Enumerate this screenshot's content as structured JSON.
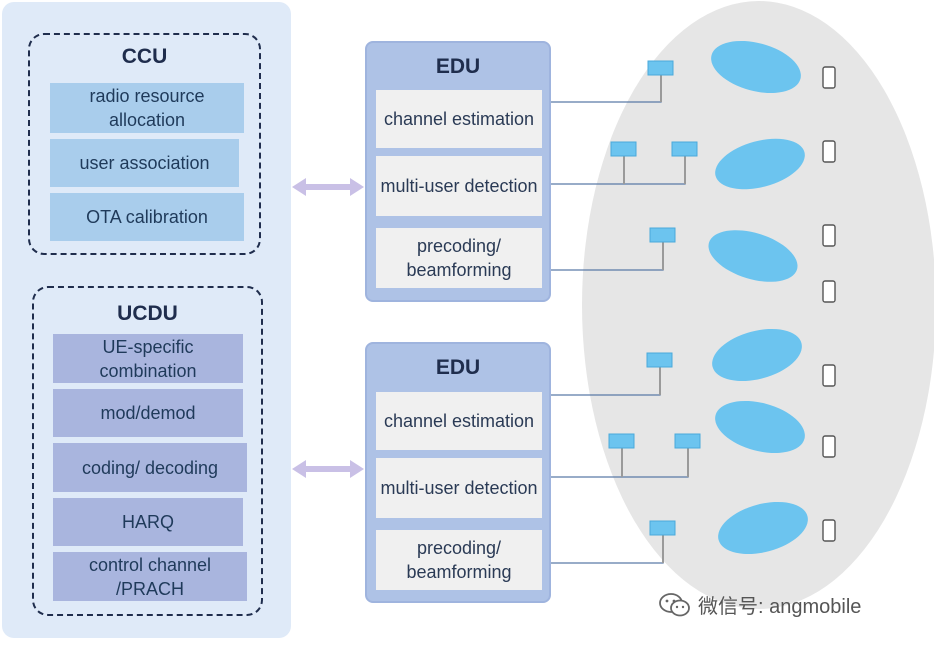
{
  "ccu": {
    "title": "CCU",
    "items": [
      "radio resource allocation",
      "user association",
      "OTA calibration"
    ]
  },
  "ucdu": {
    "title": "UCDU",
    "items": [
      "UE-specific combination",
      "mod/demod",
      "coding/ decoding",
      "HARQ",
      "control channel /PRACH"
    ]
  },
  "edu_top": {
    "title": "EDU",
    "items": [
      "channel estimation",
      "multi-user detection",
      "precoding/ beamforming"
    ]
  },
  "edu_bottom": {
    "title": "EDU",
    "items": [
      "channel estimation",
      "multi-user detection",
      "precoding/ beamforming"
    ]
  },
  "watermark": {
    "text": "微信号: angmobile",
    "icon": "wechat-icon"
  },
  "colors": {
    "panel_bg": "#dfeaf8",
    "ccu_item": "#a9cdec",
    "ucdu_item": "#a9b5de",
    "edu_bg": "#aec2e6",
    "beam": "#6cc4ef",
    "antenna": "#6cc4ef",
    "coverage_area": "#e6e6e6",
    "arrow": "#c9c0e6"
  }
}
